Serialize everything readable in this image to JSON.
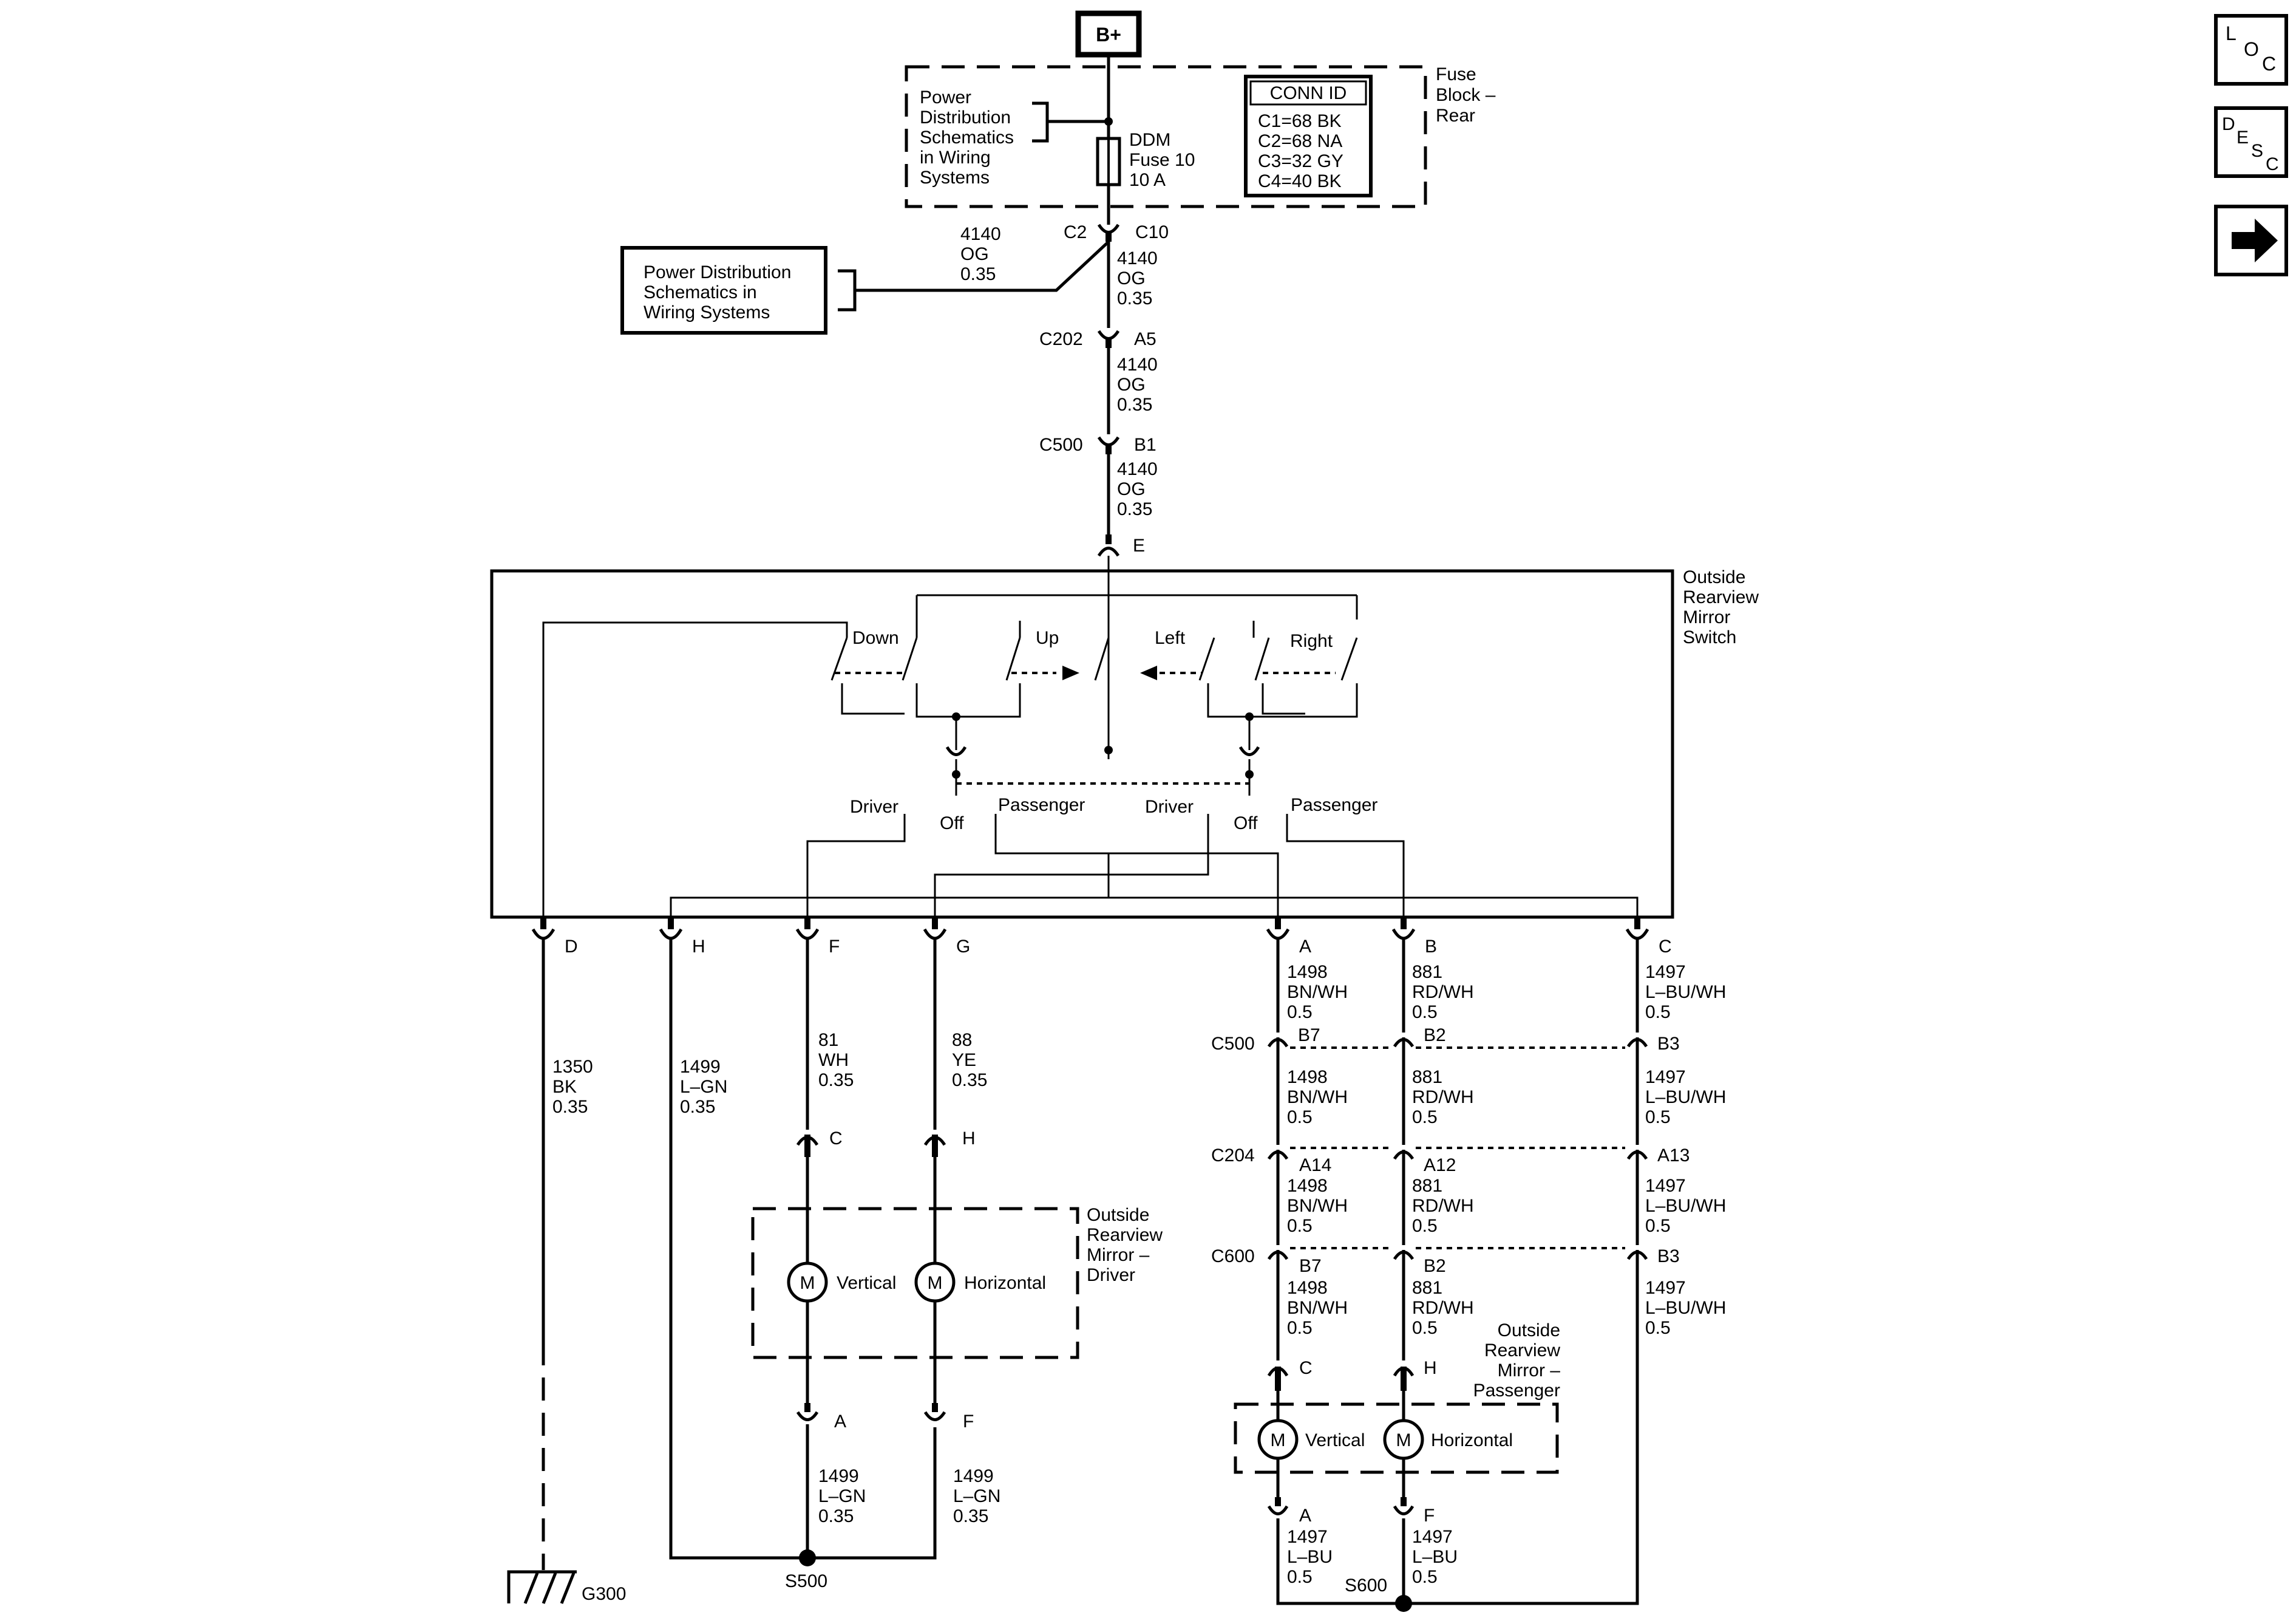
{
  "power": {
    "source": "B+"
  },
  "fuse_block": {
    "title": [
      "Fuse",
      "Block –",
      "Rear"
    ],
    "power_dist_note": [
      "Power",
      "Distribution",
      "Schematics",
      "in Wiring",
      "Systems"
    ],
    "fuse_label": [
      "DDM",
      "Fuse 10",
      "10 A"
    ],
    "conn_id": {
      "header": "CONN ID",
      "rows": [
        "C1=68 BK",
        "C2=68 NA",
        "C3=32 GY",
        "C4=40 BK"
      ]
    }
  },
  "power_dist_box": [
    "Power Distribution",
    "Schematics in",
    "Wiring Systems"
  ],
  "connectors": {
    "c2": "C2",
    "c10": "C10",
    "c202": "C202",
    "a5": "A5",
    "c500_top": "C500",
    "b1": "B1",
    "e": "E",
    "d": "D",
    "h": "H",
    "f": "F",
    "g": "G",
    "a": "A",
    "b": "B",
    "c": "C",
    "c500": "C500",
    "b7": "B7",
    "b2": "B2",
    "b3": "B3",
    "c204": "C204",
    "a14": "A14",
    "a12": "A12",
    "a13": "A13",
    "c600": "C600",
    "b7b": "B7",
    "b2b": "B2",
    "b3b": "B3",
    "dm_c": "C",
    "dm_h": "H",
    "dm_a": "A",
    "dm_f": "F",
    "pm_c": "C",
    "pm_h": "H",
    "pm_a": "A",
    "pm_f": "F"
  },
  "wires": {
    "w4140_left": [
      "4140",
      "OG",
      "0.35"
    ],
    "w4140_a": [
      "4140",
      "OG",
      "0.35"
    ],
    "w4140_b": [
      "4140",
      "OG",
      "0.35"
    ],
    "w4140_c": [
      "4140",
      "OG",
      "0.35"
    ],
    "w1350": [
      "1350",
      "BK",
      "0.35"
    ],
    "w1499_h": [
      "1499",
      "L–GN",
      "0.35"
    ],
    "w81": [
      "81",
      "WH",
      "0.35"
    ],
    "w88": [
      "88",
      "YE",
      "0.35"
    ],
    "w1499_a": [
      "1499",
      "L–GN",
      "0.35"
    ],
    "w1499_f": [
      "1499",
      "L–GN",
      "0.35"
    ],
    "w1498_1": [
      "1498",
      "BN/WH",
      "0.5"
    ],
    "w1498_2": [
      "1498",
      "BN/WH",
      "0.5"
    ],
    "w1498_3": [
      "1498",
      "BN/WH",
      "0.5"
    ],
    "w1498_4": [
      "1498",
      "BN/WH",
      "0.5"
    ],
    "w881_1": [
      "881",
      "RD/WH",
      "0.5"
    ],
    "w881_2": [
      "881",
      "RD/WH",
      "0.5"
    ],
    "w881_3": [
      "881",
      "RD/WH",
      "0.5"
    ],
    "w881_4": [
      "881",
      "RD/WH",
      "0.5"
    ],
    "w1497_1": [
      "1497",
      "L–BU/WH",
      "0.5"
    ],
    "w1497_2": [
      "1497",
      "L–BU/WH",
      "0.5"
    ],
    "w1497_3": [
      "1497",
      "L–BU/WH",
      "0.5"
    ],
    "w1497_4": [
      "1497",
      "L–BU/WH",
      "0.5"
    ],
    "w1497_pa": [
      "1497",
      "L–BU",
      "0.5"
    ],
    "w1497_pf": [
      "1497",
      "L–BU",
      "0.5"
    ]
  },
  "switch": {
    "title": [
      "Outside",
      "Rearview",
      "Mirror",
      "Switch"
    ],
    "down": "Down",
    "up": "Up",
    "left": "Left",
    "right": "Right",
    "driver_l": "Driver",
    "off_l": "Off",
    "passenger_l": "Passenger",
    "driver_r": "Driver",
    "off_r": "Off",
    "passenger_r": "Passenger"
  },
  "driver_mirror": {
    "title": [
      "Outside",
      "Rearview",
      "Mirror –",
      "Driver"
    ],
    "motor": "M",
    "vertical": "Vertical",
    "horizontal": "Horizontal"
  },
  "passenger_mirror": {
    "title": [
      "Outside",
      "Rearview",
      "Mirror –",
      "Passenger"
    ],
    "motor": "M",
    "vertical": "Vertical",
    "horizontal": "Horizontal"
  },
  "splices": {
    "s500": "S500",
    "s600": "S600"
  },
  "ground": "G300",
  "nav": {
    "loc": [
      "L",
      "O",
      "C"
    ],
    "desc": [
      "D",
      "E",
      "S",
      "C"
    ]
  }
}
